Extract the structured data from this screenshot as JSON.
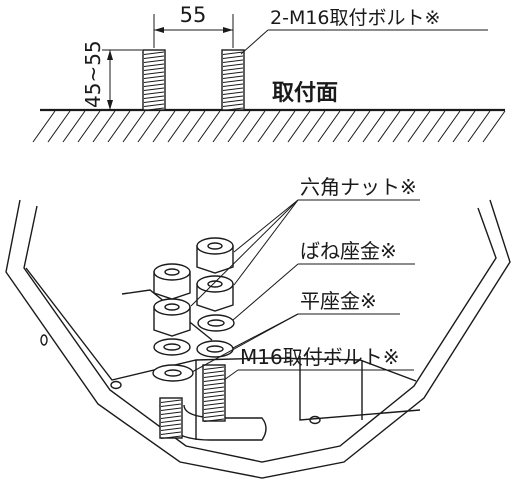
{
  "top_view": {
    "spacing_label": "55",
    "height_label": "45~55",
    "bolts_label": "2-M16取付ボルト※",
    "surface_label": "取付面"
  },
  "assembly_view": {
    "hex_nut_label": "六角ナット※",
    "spring_washer_label": "ばね座金※",
    "flat_washer_label": "平座金※",
    "bolt_label": "M16取付ボルト※"
  }
}
